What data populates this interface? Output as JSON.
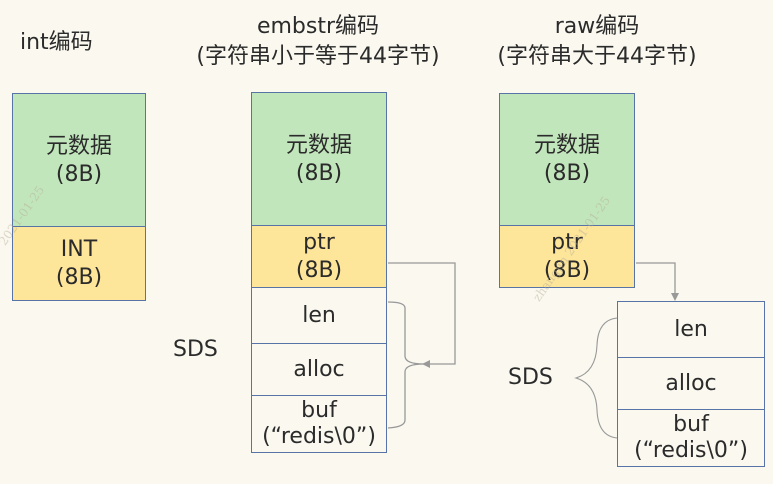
{
  "columns": {
    "int": {
      "title": "int编码",
      "cells": [
        {
          "line1": "元数据",
          "line2": "(8B)"
        },
        {
          "line1": "INT",
          "line2": "(8B)"
        }
      ]
    },
    "embstr": {
      "title_line1": "embstr编码",
      "title_line2": "(字符串小于等于44字节)",
      "cells": [
        {
          "line1": "元数据",
          "line2": "(8B)"
        },
        {
          "line1": "ptr",
          "line2": "(8B)"
        },
        {
          "line1": "len"
        },
        {
          "line1": "alloc"
        },
        {
          "line1": "buf",
          "line2": "(“redis\\0”)"
        }
      ],
      "sds_label": "SDS"
    },
    "raw": {
      "title_line1": "raw编码",
      "title_line2": "(字符串大于44字节)",
      "cells": [
        {
          "line1": "元数据",
          "line2": "(8B)"
        },
        {
          "line1": "ptr",
          "line2": "(8B)"
        },
        {
          "line1": "len"
        },
        {
          "line1": "alloc"
        },
        {
          "line1": "buf",
          "line2": "(“redis\\0”)"
        }
      ],
      "sds_label": "SDS"
    }
  },
  "colors": {
    "metadata_fill": "#c2e6bc",
    "pointer_fill": "#fde59a",
    "border": "#5873a6",
    "connector": "#999999"
  }
}
